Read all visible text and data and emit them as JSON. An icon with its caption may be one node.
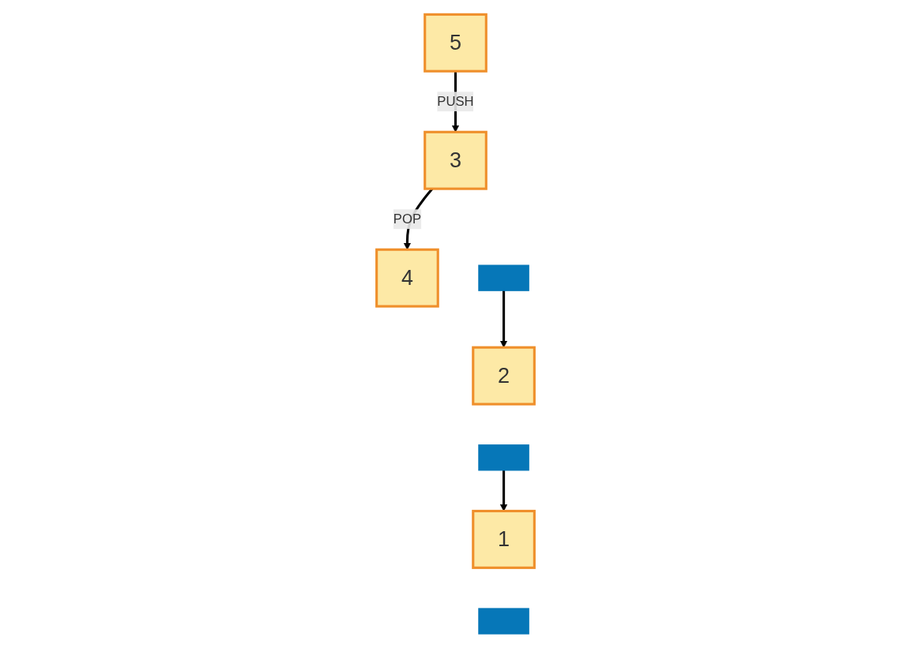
{
  "diagram": {
    "nodes": [
      {
        "text": [
          "5"
        ]
      },
      {
        "text": [
          "4"
        ]
      },
      {
        "text": [
          "3"
        ]
      },
      {
        "text": [],
        "shape": "bar"
      },
      {
        "text": [
          "2"
        ]
      },
      {
        "text": [],
        "shape": "bar"
      },
      {
        "text": [
          "1"
        ]
      },
      {
        "text": [],
        "shape": "bar"
      }
    ],
    "edges": [
      {
        "from": 0,
        "to": 2,
        "arrow": "to",
        "label": "PUSH"
      },
      {
        "from": 2,
        "to": 1,
        "arrow": "to",
        "label": "POP"
      },
      {
        "from": 3,
        "to": 4,
        "arrow": "to"
      },
      {
        "from": 5,
        "to": 6,
        "arrow": "to"
      }
    ]
  }
}
